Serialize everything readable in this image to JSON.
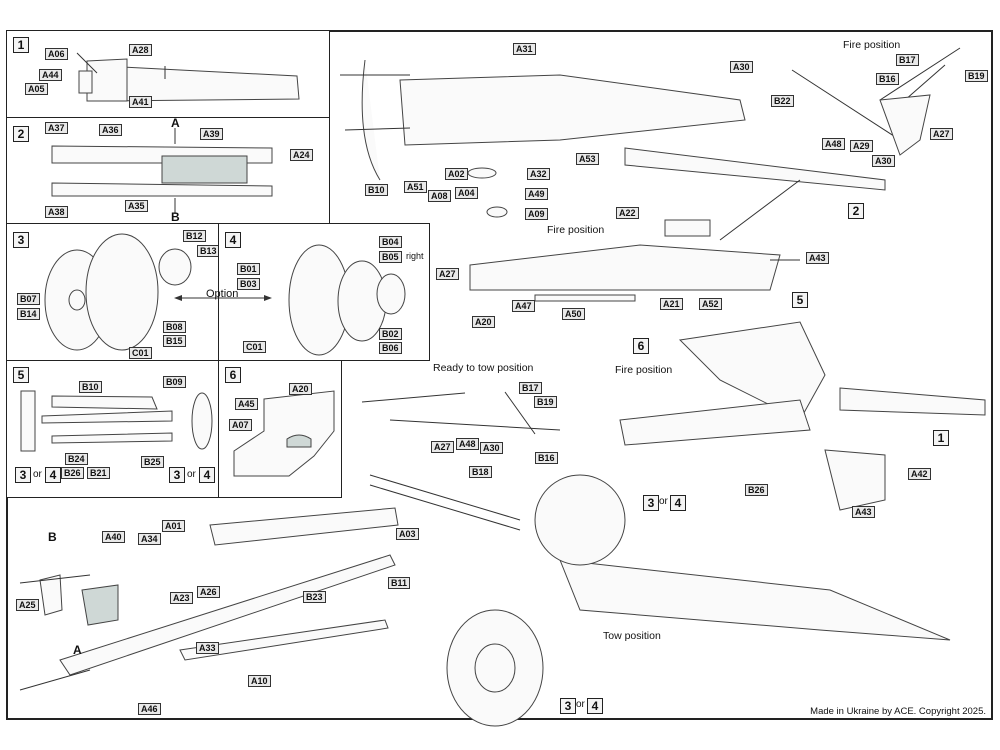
{
  "steps": {
    "s1": {
      "num": "1",
      "labels": [
        "A06",
        "A28",
        "A44",
        "A05",
        "A41"
      ]
    },
    "s2": {
      "num": "2",
      "labels": [
        "A37",
        "A36",
        "A39",
        "A24",
        "A38",
        "A35"
      ],
      "arrows": [
        "A",
        "B"
      ]
    },
    "s3": {
      "num": "3",
      "labels": [
        "B12",
        "B13",
        "B07",
        "B14",
        "B08",
        "B15",
        "C01"
      ]
    },
    "s4": {
      "num": "4",
      "labels": [
        "B01",
        "B03",
        "B04",
        "B05",
        "B02",
        "B06",
        "C01"
      ],
      "note": "right",
      "option": "Option"
    },
    "s5": {
      "num": "5",
      "labels": [
        "B10",
        "B09",
        "B24",
        "B25",
        "B26",
        "B21"
      ],
      "ref_a": "3",
      "ref_or": "or",
      "ref_b": "4"
    },
    "s6": {
      "num": "6",
      "labels": [
        "A20",
        "A45",
        "A07"
      ]
    },
    "s7": {
      "labels": [
        "A40",
        "A34",
        "A01",
        "A03",
        "A25",
        "A23",
        "A26",
        "B23",
        "B11",
        "A33",
        "A10",
        "A46"
      ],
      "arrows": [
        "B",
        "A"
      ]
    },
    "top": {
      "labels": [
        "A31",
        "A30",
        "B10",
        "A51",
        "A08",
        "A02",
        "A04",
        "A32",
        "A53",
        "A49",
        "A09"
      ]
    },
    "fire1": {
      "caption": "Fire position",
      "labels": [
        "B17",
        "B16",
        "B19",
        "B22",
        "A48",
        "A29",
        "A27",
        "A30"
      ],
      "step_ref": "2"
    },
    "fire2": {
      "caption": "Fire position",
      "labels": [
        "A22",
        "A27",
        "A47",
        "A20",
        "A50",
        "A21",
        "A52",
        "A43"
      ],
      "step_ref": "5"
    },
    "tow_ready": {
      "caption": "Ready to tow position",
      "labels": [
        "B17",
        "B19",
        "A27",
        "A48",
        "A30",
        "B16"
      ]
    },
    "fire3": {
      "caption": "Fire position",
      "step_ref_a": "6",
      "step_ref_b": "1",
      "labels": [
        "A42",
        "B26",
        "A43"
      ]
    },
    "towpos": {
      "caption": "Tow position",
      "labels": [
        "B18"
      ],
      "ref_a": "3",
      "ref_or": "or",
      "ref_b": "4"
    }
  },
  "footer": "Made in Ukraine by ACE. Copyright 2025."
}
